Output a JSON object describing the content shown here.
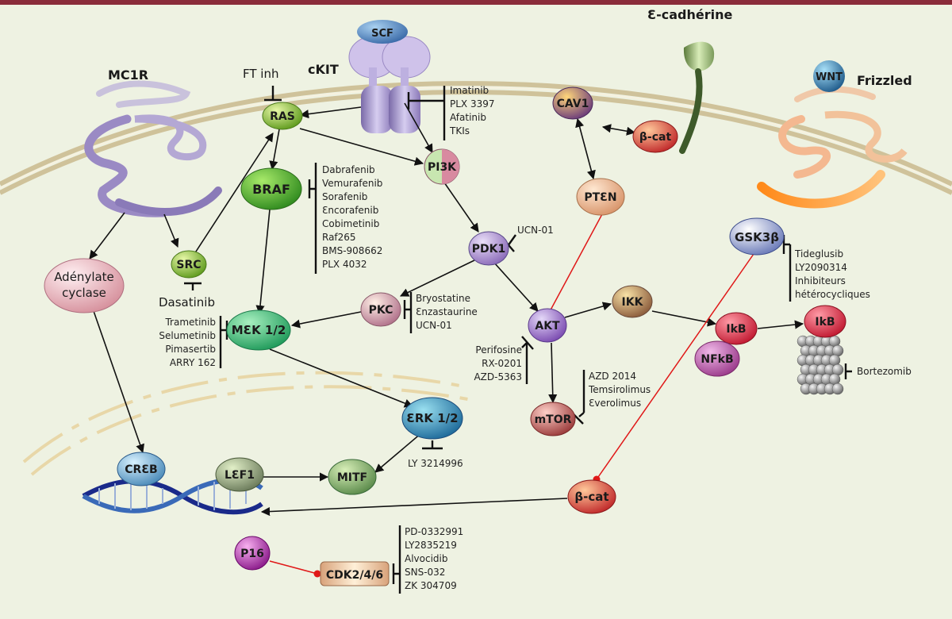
{
  "receptors": {
    "mc1r": "MC1R",
    "ckit": "cKIT",
    "scf": "SCF",
    "ecad": "Ɛ-cadhérine",
    "wnt": "WNT",
    "frizzled": "Frizzled"
  },
  "nodes": {
    "ras": "RAS",
    "braf": "BRAF",
    "pi3k": "PI3K",
    "src": "SRC",
    "adenylate_1": "Adénylate",
    "adenylate_2": "cyclase",
    "mek": "MƐK 1/2",
    "pkc": "PKC",
    "pdk1": "PDK1",
    "akt": "AKT",
    "ikk": "IKK",
    "ikb1": "IkB",
    "ikb2": "IkB",
    "nfkb": "NFkB",
    "mtor": "mTOR",
    "erk": "ƐRK 1/2",
    "mitf": "MITF",
    "creb": "CRƐB",
    "lef1": "LƐF1",
    "bcat_nuc": "β-cat",
    "bcat_mem": "β-cat",
    "cav1": "CAV1",
    "pten": "PTƐN",
    "gsk3b": "GSK3β",
    "p16": "P16",
    "cdk": "CDK2/4/6"
  },
  "inhibitors": {
    "ft_inh": "FT inh",
    "dasatinib": "Dasatinib",
    "ckit_drugs": [
      "Imatinib",
      "PLX 3397",
      "Afatinib",
      "TKIs"
    ],
    "braf_drugs": [
      "Dabrafenib",
      "Vemurafenib",
      "Sorafenib",
      "Ɛncorafenib",
      "Cobimetinib",
      "Raf265",
      "BMS-908662",
      "PLX 4032"
    ],
    "pdk1_drug": "UCN-01",
    "pkc_drugs": [
      "Bryostatine",
      "Ɛnzastaurine",
      "UCN-01"
    ],
    "mek_drugs": [
      "Trametinib",
      "Selumetinib",
      "Pimasertib",
      "ARRY 162"
    ],
    "akt_drugs": [
      "Perifosine",
      "RX-0201",
      "AZD-5363"
    ],
    "mtor_drugs": [
      "AZD 2014",
      "Temsirolimus",
      "Ɛverolimus"
    ],
    "gsk_drugs": [
      "Tideglusib",
      "LY2090314",
      "Inhibiteurs",
      "hétérocycliques"
    ],
    "proteasome_drug": "Bortezomib",
    "erk_drug": "LY 3214996",
    "cdk_drugs": [
      "PD-0332991",
      "LY2835219",
      "Alvocidib",
      "SNS-032",
      "ZK 304709"
    ]
  },
  "colors": {
    "background": "#eef2e2",
    "top_bar": "#8a2c3a",
    "inhibition_red": "#e01818"
  }
}
